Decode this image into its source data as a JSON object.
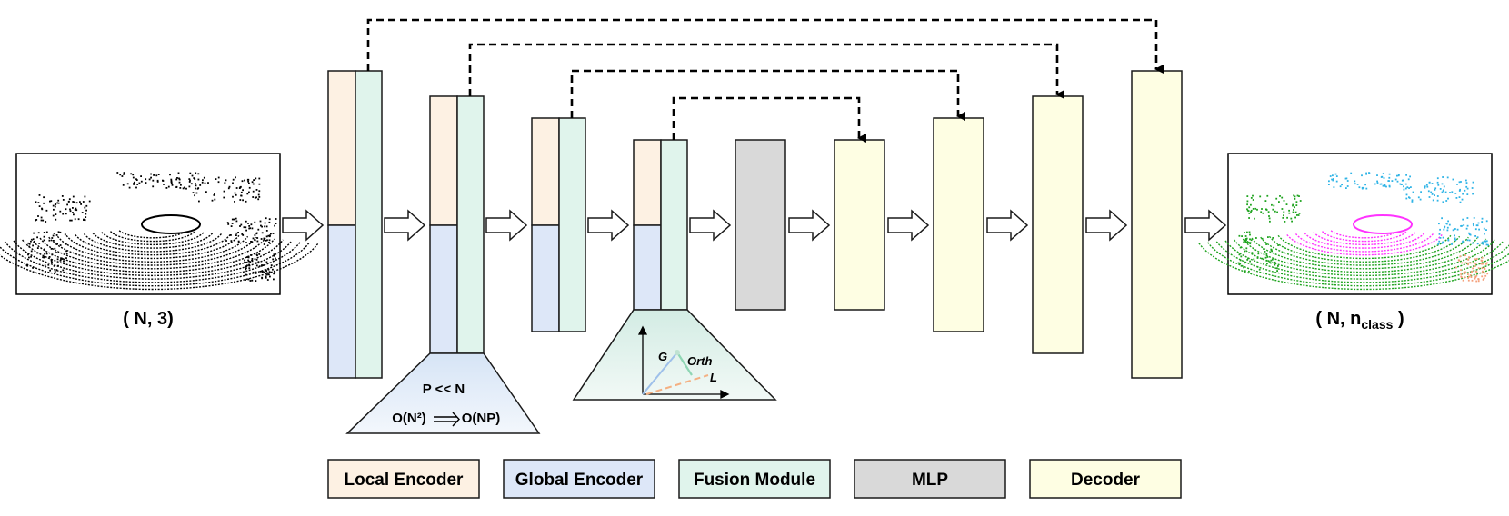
{
  "input_label": "( N, 3)",
  "output_label": {
    "prefix": "( N, n",
    "sub": "class",
    "suffix": " )"
  },
  "trapezoid_1": {
    "line1": "P << N",
    "line2_left": "O(N²)",
    "line2_right": "O(NP)"
  },
  "trapezoid_2": {
    "g": "G",
    "orth": "Orth",
    "l": "L"
  },
  "legend": [
    {
      "label": "Local Encoder",
      "color": "#fdf1e3"
    },
    {
      "label": "Global Encoder",
      "color": "#dde7f8"
    },
    {
      "label": "Fusion Module",
      "color": "#e0f4ec"
    },
    {
      "label": "MLP",
      "color": "#d9d9d9"
    },
    {
      "label": "Decoder",
      "color": "#fefee3"
    }
  ],
  "colors": {
    "local": "#fdf1e3",
    "global": "#dde7f8",
    "fusion": "#e0f4ec",
    "mlp": "#d9d9d9",
    "decoder": "#fefee3",
    "stroke": "#1a1a1a",
    "seg_magenta": "#ff33ff",
    "seg_cyan": "#2fb4e6",
    "seg_green": "#1ea31e",
    "seg_orange": "#f4a07a"
  }
}
